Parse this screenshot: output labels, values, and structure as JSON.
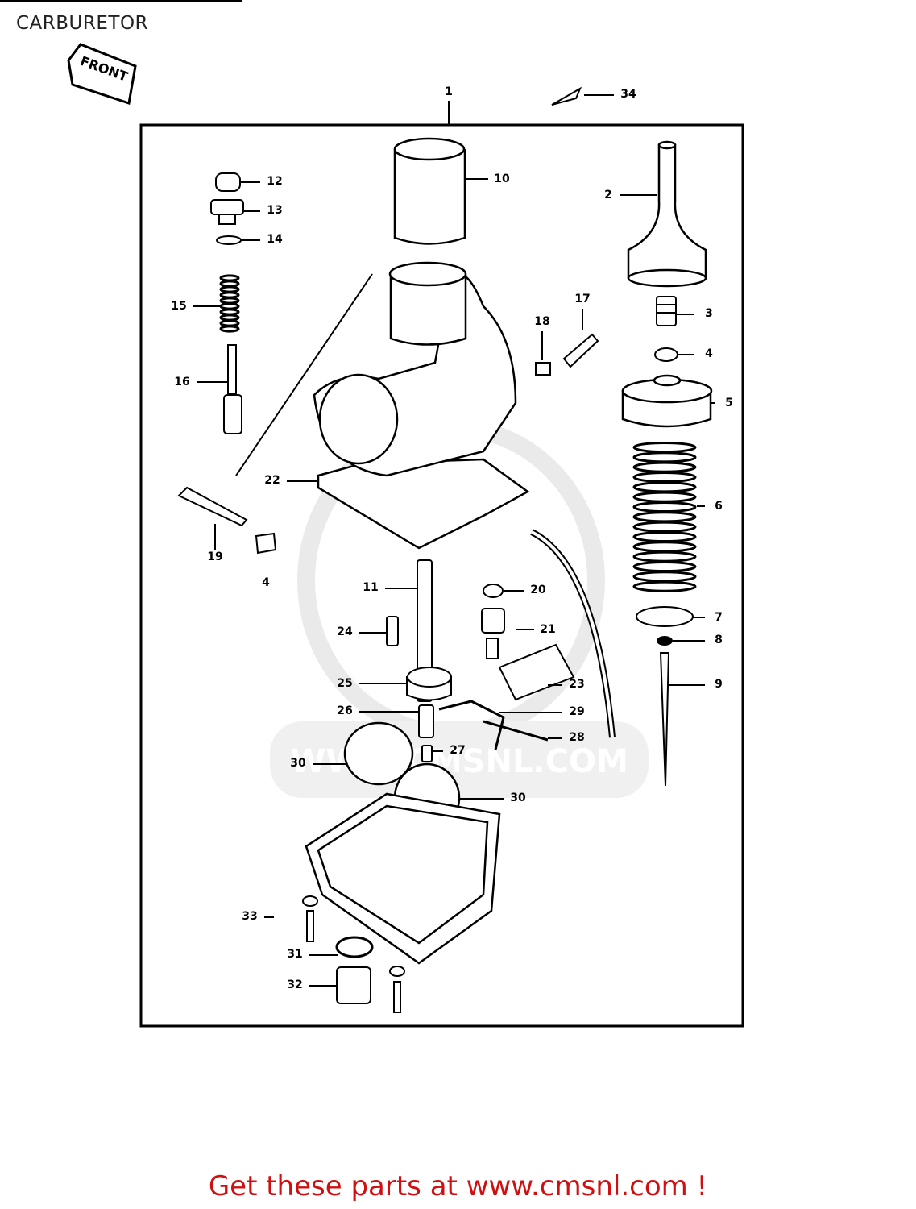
{
  "page": {
    "title": "CARBURETOR"
  },
  "diagram": {
    "front_label": "FRONT",
    "watermark": "WWW.CMSNL.COM",
    "callouts": [
      "1",
      "2",
      "3",
      "4",
      "4",
      "5",
      "6",
      "7",
      "8",
      "9",
      "10",
      "11",
      "12",
      "13",
      "14",
      "15",
      "16",
      "17",
      "18",
      "19",
      "20",
      "21",
      "22",
      "23",
      "24",
      "25",
      "26",
      "27",
      "28",
      "29",
      "30",
      "30",
      "31",
      "32",
      "33",
      "34"
    ]
  },
  "footer": {
    "promo_prefix": "Get these parts at ",
    "promo_link": "www.cmsnl.com",
    "promo_suffix": " !"
  },
  "colors": {
    "promo": "#d01010",
    "line": "#000000",
    "watermark": "#d9d9d9"
  }
}
